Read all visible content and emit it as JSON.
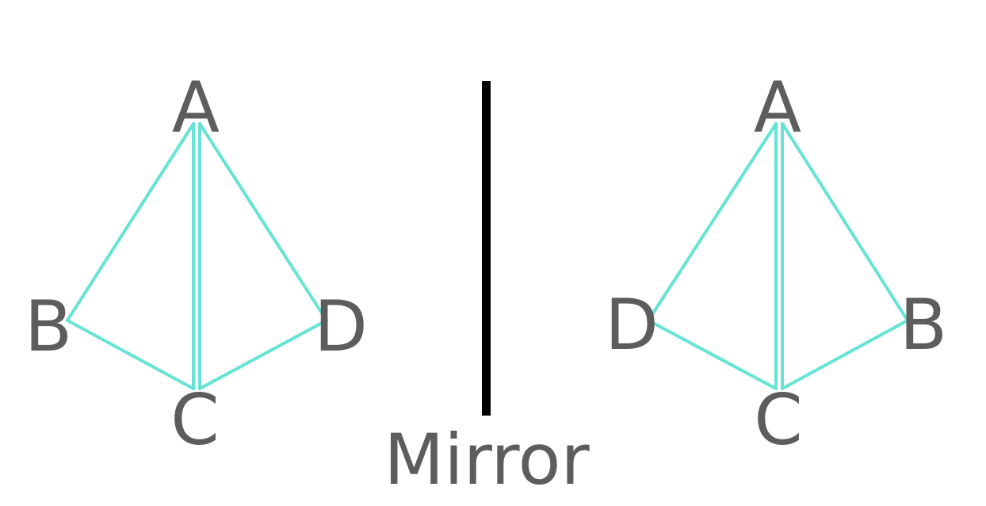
{
  "colors": {
    "edge": "#66e3d3",
    "label": "#5d5d5d",
    "mirror_line": "#000000",
    "background": "#ffffff"
  },
  "left_molecule": {
    "vertex_a": "A",
    "vertex_b": "B",
    "vertex_c": "C",
    "vertex_d": "D"
  },
  "right_molecule": {
    "vertex_a": "A",
    "vertex_b": "B",
    "vertex_c": "C",
    "vertex_d": "D"
  },
  "mirror_label": "Mirror"
}
